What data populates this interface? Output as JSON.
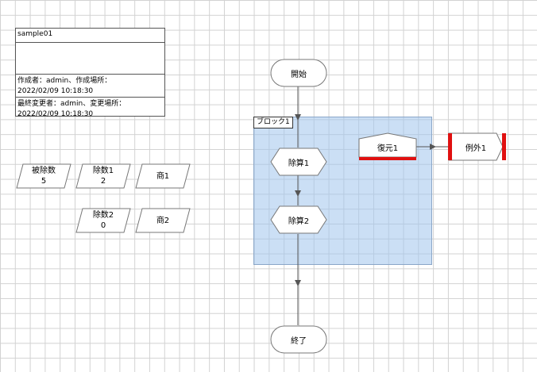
{
  "info": {
    "title": "sample01",
    "created_line1": "作成者：admin、作成場所：",
    "created_line2": "2022/02/09 10:18:30",
    "modified_line1": "最終変更者：admin、変更場所：",
    "modified_line2": "2022/02/09 10:18:30"
  },
  "variables": [
    {
      "name": "被除数",
      "value": "5"
    },
    {
      "name": "除数1",
      "value": "2"
    },
    {
      "name": "商1",
      "value": ""
    },
    {
      "name": "除数2",
      "value": "0"
    },
    {
      "name": "商2",
      "value": ""
    }
  ],
  "flow": {
    "start_label": "開始",
    "end_label": "終了",
    "block_label": "ブロック1",
    "calc1_label": "除算1",
    "calc2_label": "除算2",
    "restore_label": "復元1",
    "exception_label": "例外1"
  },
  "colors": {
    "grid": "#d2d2d2",
    "block_fill": "#c8dcf2",
    "exception_bar": "#e01010",
    "connector": "#555555"
  }
}
